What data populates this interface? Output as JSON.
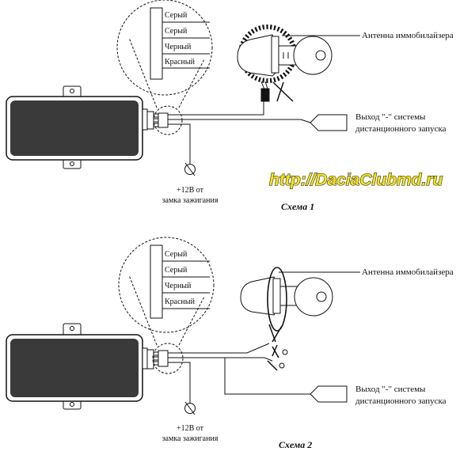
{
  "colors": {
    "line": "#111111",
    "module_fill": "#3a3a3a",
    "url_fill": "#f2e21f"
  },
  "watermark": {
    "url": "http://DaciaClubmd.ru"
  },
  "scheme1": {
    "caption": "Схема 1",
    "wires": [
      "Серый",
      "Серый",
      "Черный",
      "Красный"
    ],
    "antenna_label": "Антенна иммобилайзера",
    "output_label_line1": "Выход \"-\" системы",
    "output_label_line2": "дистанционного запуска",
    "ignition_label_line1": "+12В от",
    "ignition_label_line2": "замка зажигания"
  },
  "scheme2": {
    "caption": "Схема 2",
    "wires": [
      "Серый",
      "Серый",
      "Черный",
      "Красный"
    ],
    "antenna_label": "Антенна иммобилайзера",
    "output_label_line1": "Выход \"-\" системы",
    "output_label_line2": "дистанционного запуска",
    "ignition_label_line1": "+12В от",
    "ignition_label_line2": "замка зажигания"
  }
}
